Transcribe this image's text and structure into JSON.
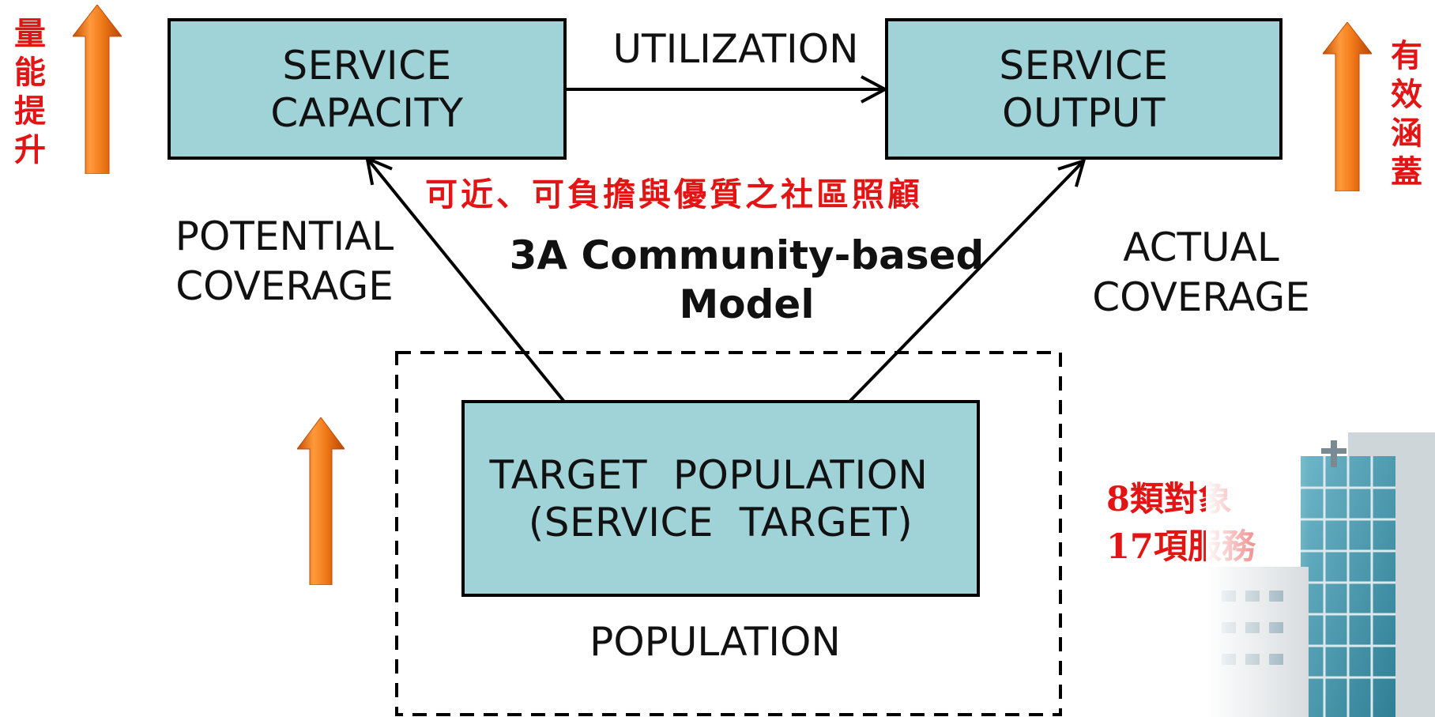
{
  "nodes": {
    "capacity": [
      "SERVICE",
      "CAPACITY"
    ],
    "output": [
      "SERVICE",
      "OUTPUT"
    ],
    "target": [
      "TARGET  POPULATION",
      "(SERVICE  TARGET)"
    ]
  },
  "edges": {
    "utilization": "UTILIZATION",
    "potential": [
      "POTENTIAL",
      "COVERAGE"
    ],
    "actual": [
      "ACTUAL",
      "COVERAGE"
    ]
  },
  "population_label": "POPULATION",
  "center_title": [
    "3A Community-based",
    "Model"
  ],
  "subtitle_cn": "可近、可負擔與優質之社區照顧",
  "left_side_cn": [
    "量",
    "能",
    "提",
    "升"
  ],
  "right_side_cn": [
    "有",
    "效",
    "涵",
    "蓋"
  ],
  "target_cn": [
    "8類對象",
    "17項服務"
  ],
  "colors": {
    "box_fill": "#a0d3d8",
    "accent_red": "#e31414",
    "arrow_orange": "#f07a1a"
  }
}
